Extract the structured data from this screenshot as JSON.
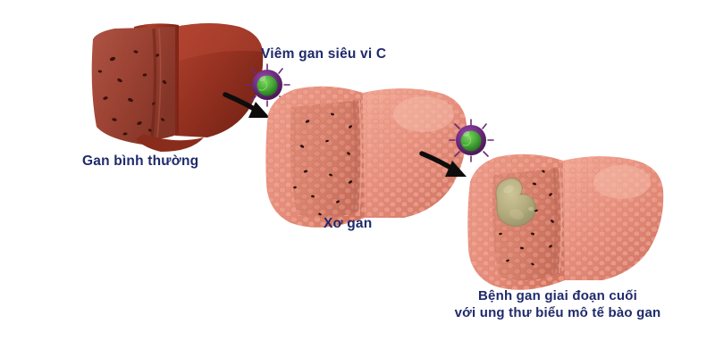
{
  "figure": {
    "title": "Liver disease progression diagram",
    "background_color": "#ffffff",
    "label_color": "#1f2a6b"
  },
  "stages": [
    {
      "id": "normal-liver",
      "label": "Gan bình thường",
      "icon": "liver-normal-illustration",
      "color": "#a33626"
    },
    {
      "id": "cirrhosis-liver",
      "label": "Xơ gan",
      "icon": "liver-cirrhotic-illustration",
      "color": "#e8907e"
    },
    {
      "id": "endstage-liver",
      "label_line1": "Bệnh gan giai đoạn cuối",
      "label_line2": "với ung thư biểu mô tế bào gan",
      "icon": "liver-carcinoma-illustration",
      "color": "#e8907e",
      "tumor_color": "#b5ac7e"
    }
  ],
  "pathogens": [
    {
      "id": "hepatitis-c-virus-1",
      "label": "Viêm gan siêu vi C",
      "icon": "virus-particle-icon",
      "envelope_color": "#6b2b7a",
      "core_color": "#3f9e35"
    },
    {
      "id": "hepatitis-c-virus-2",
      "label": "",
      "icon": "virus-particle-icon",
      "envelope_color": "#6b2b7a",
      "core_color": "#3f9e35"
    }
  ],
  "arrows": [
    {
      "id": "arrow-normal-to-cirrhosis",
      "icon": "curved-arrow-icon"
    },
    {
      "id": "arrow-cirrhosis-to-endstage",
      "icon": "curved-arrow-icon"
    }
  ]
}
